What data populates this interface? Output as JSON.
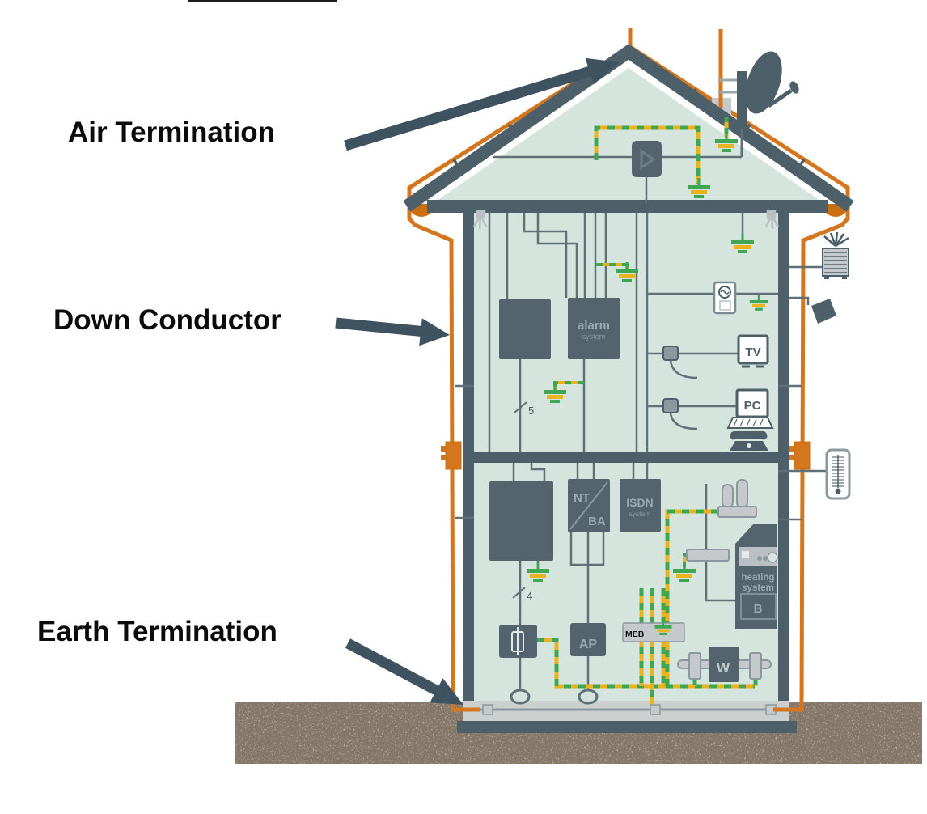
{
  "labels": {
    "air_termination": "Air Termination",
    "down_conductor": "Down Conductor",
    "earth_termination": "Earth Termination"
  },
  "house": {
    "upper_floor": {
      "alarm_system": {
        "title": "alarm",
        "subtitle": "system"
      },
      "tv": "TV",
      "pc": "PC",
      "circuit_mark": "5"
    },
    "lower_floor": {
      "nt": "NT",
      "ba": "BA",
      "isdn": {
        "title": "ISDN",
        "subtitle": "system"
      },
      "heating": {
        "line1": "heating",
        "line2": "system",
        "burner": "B"
      },
      "water_meter": "W",
      "access_point": "AP",
      "main_earthing_busbar": "MEB",
      "circuit_mark": "4"
    }
  },
  "icons": {
    "earth_symbol": "earth-ground-symbol",
    "satellite_dish": "satellite-dish-icon",
    "air_rod": "air-termination-rod",
    "siren": "alarm-siren-icon",
    "camera": "outdoor-camera-icon",
    "thermometer": "thermometer-icon",
    "phone": "telephone-icon",
    "keyboard": "keyboard-icon",
    "fuse": "fuse-symbol"
  },
  "colors": {
    "conductor_orange": "#d4761e",
    "gutter_orange": "#c96f12",
    "structure_slate": "#4d5f68",
    "box_slate": "#53646e",
    "interior_mint": "#d5e5de",
    "bond_green": "#3fa654",
    "bond_yellow": "#eab31e",
    "wire_gray": "#5f7077",
    "device_gray": "#c6c9cb",
    "ground_tan": "#bfb3a4",
    "arrow_slate": "#3e5260"
  }
}
